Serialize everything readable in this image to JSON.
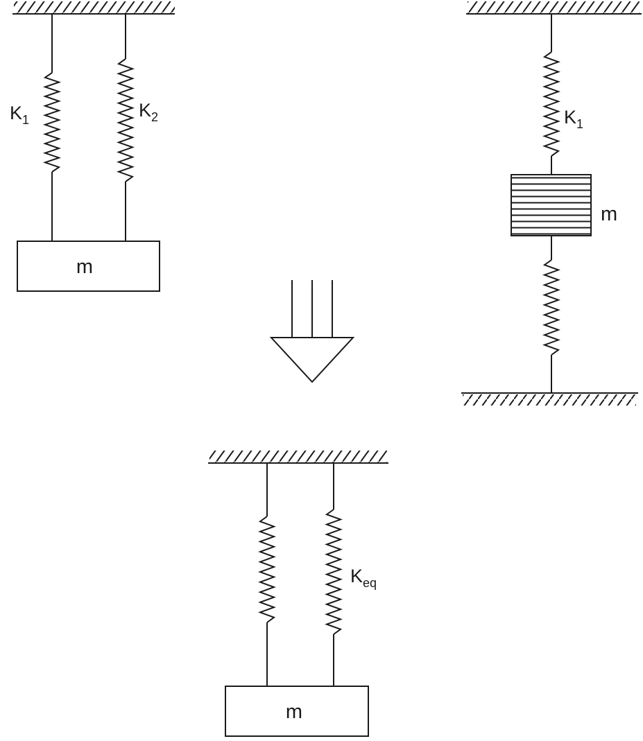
{
  "diagram": {
    "top_left_system": {
      "spring1": {
        "base": "K",
        "sub": "1"
      },
      "spring2": {
        "base": "K",
        "sub": "2"
      },
      "mass": "m"
    },
    "top_right_system": {
      "spring1": {
        "base": "K",
        "sub": "1"
      },
      "mass": "m"
    },
    "equivalent_system": {
      "spring": {
        "base": "K",
        "sub": "eq"
      },
      "mass": "m"
    },
    "colors": {
      "line": "#1a1a1a",
      "background": "#ffffff"
    }
  }
}
